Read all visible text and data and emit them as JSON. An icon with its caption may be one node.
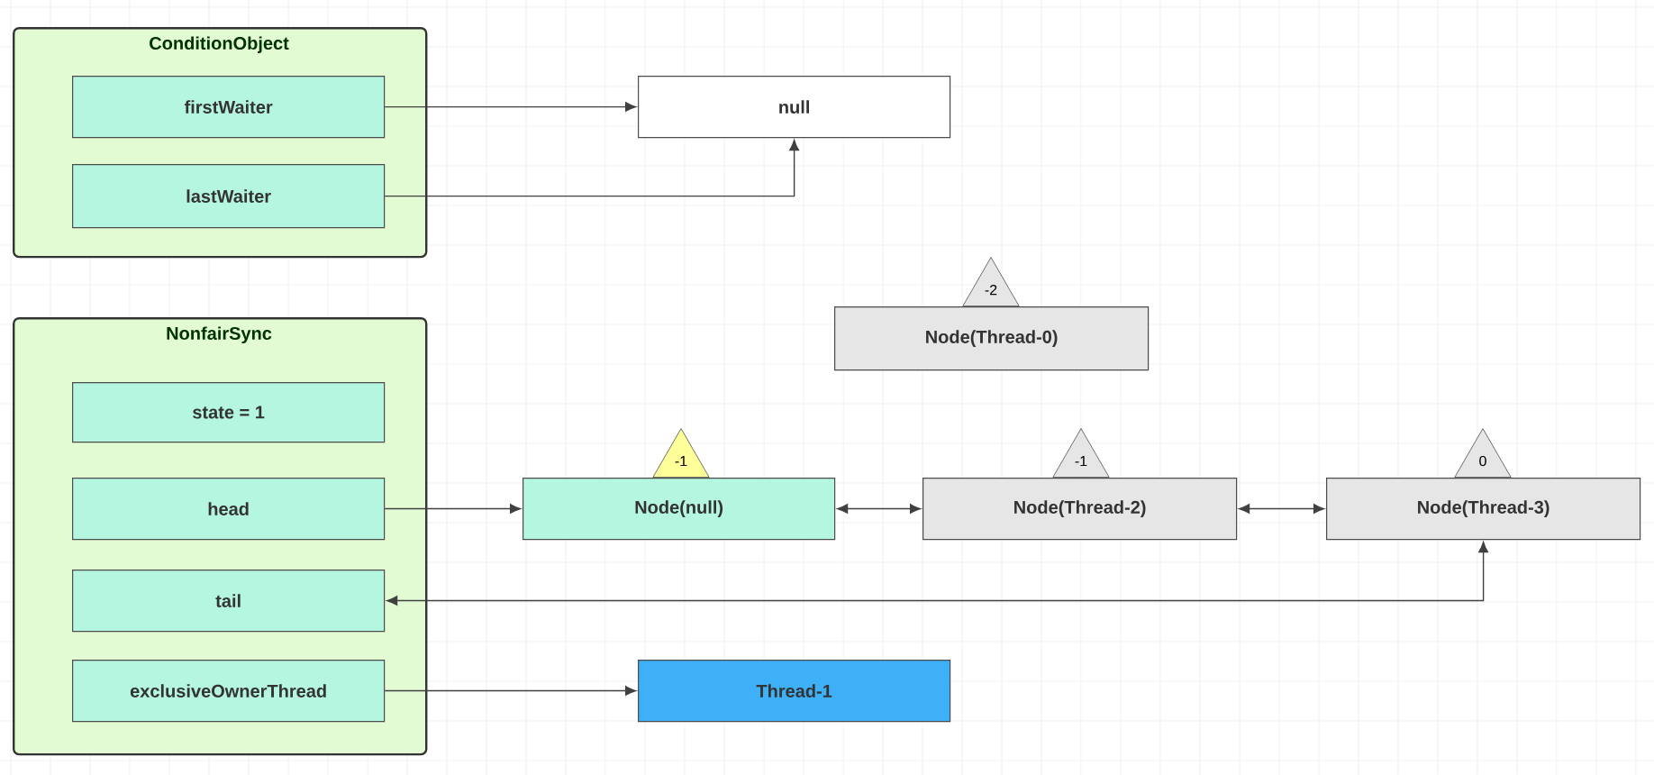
{
  "diagram": {
    "nodes": [
      {
        "text": [
          "ConditionObject"
        ]
      },
      {
        "text": [
          "firstWaiter"
        ],
        "in": 0
      },
      {
        "text": [
          "lastWaiter"
        ],
        "in": 0
      },
      {
        "text": [
          "null"
        ]
      },
      {
        "text": [
          "NonfairSync"
        ]
      },
      {
        "text": [
          "state = 1"
        ],
        "in": 4
      },
      {
        "text": [
          "head"
        ],
        "in": 4
      },
      {
        "text": [
          "tail"
        ],
        "in": 4
      },
      {
        "text": [
          "exclusiveOwnerThread"
        ],
        "in": 4
      },
      {
        "text": [
          "-2"
        ]
      },
      {
        "text": [
          "Node(Thread-0)"
        ]
      },
      {
        "text": [
          "-1"
        ]
      },
      {
        "text": [
          "Node(null)"
        ]
      },
      {
        "text": [
          "-1"
        ]
      },
      {
        "text": [
          "Node(Thread-2)"
        ]
      },
      {
        "text": [
          "0"
        ]
      },
      {
        "text": [
          "Node(Thread-3)"
        ]
      },
      {
        "text": [
          "Thread-1"
        ]
      }
    ],
    "edges": [
      {
        "from": 1,
        "to": 3,
        "arrow": "to"
      },
      {
        "from": 2,
        "to": 3,
        "arrow": "to"
      },
      {
        "from": 6,
        "to": 12,
        "arrow": "to"
      },
      {
        "from": 12,
        "to": 14,
        "arrow": "both"
      },
      {
        "from": 14,
        "to": 16,
        "arrow": "both"
      },
      {
        "from": 7,
        "to": 16,
        "arrow": "both"
      },
      {
        "from": 8,
        "to": 17,
        "arrow": "to"
      }
    ]
  }
}
